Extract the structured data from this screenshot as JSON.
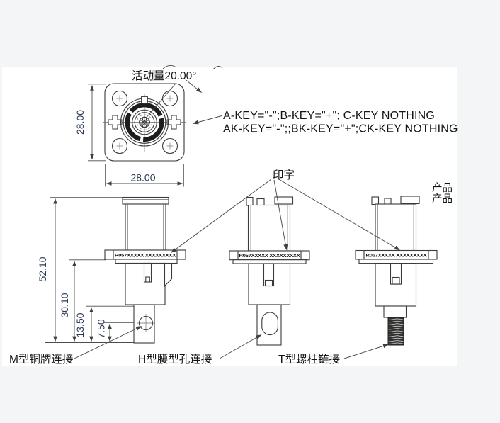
{
  "page": {
    "background": "#f4f5f6",
    "canvas_color": "#ffffff",
    "line_color": "#3a3a3a",
    "dim_text_color": "#2d3a57",
    "label_text_color": "#141414"
  },
  "front_view": {
    "width_dim": "28.00",
    "height_dim": "28.00",
    "rotation_label": "活动量20.00°"
  },
  "notes": {
    "key_line1": "A-KEY=\"-\";B-KEY=\"+\";  C-KEY NOTHING",
    "key_line2": "AK-KEY=\"-\";;BK-KEY=\"+\";CK-KEY NOTHING",
    "marking_label": "印字",
    "product_line1": "产品",
    "product_line2": "产品"
  },
  "dims": {
    "overall": "52.10",
    "to_flange": "30.10",
    "tab": "13.50",
    "hole": "7.50"
  },
  "marking": {
    "flange_text": "R057XXXXX XXXXXXXXX"
  },
  "variants": [
    {
      "id": "M",
      "label": "M型铜牌连接"
    },
    {
      "id": "H",
      "label": "H型腰型孔连接"
    },
    {
      "id": "T",
      "label": "T型螺柱链接"
    }
  ]
}
